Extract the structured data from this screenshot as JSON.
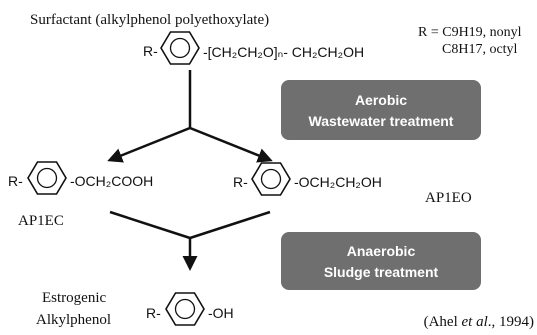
{
  "title": {
    "surfactant": "Surfactant (alkylphenol polyethoxylate)"
  },
  "legend": {
    "r_line1": "R = C9H19, nonyl",
    "r_line2": "C8H17, octyl"
  },
  "structures": {
    "parent": {
      "r": "R-",
      "chain": "-[CH₂CH₂O]ₙ- CH₂CH₂OH"
    },
    "ap1ec": {
      "r": "R-",
      "chain": "-OCH₂COOH",
      "name": "AP1EC"
    },
    "ap1eo": {
      "r": "R-",
      "chain": "-OCH₂CH₂OH",
      "name": "AP1EO"
    },
    "estrogenic": {
      "r": "R-",
      "chain": "-OH",
      "name_line1": "Estrogenic",
      "name_line2": "Alkylphenol"
    }
  },
  "boxes": {
    "aerobic": {
      "line1": "Aerobic",
      "line2": "Wastewater treatment"
    },
    "anaerobic": {
      "line1": "Anaerobic",
      "line2": "Sludge treatment"
    }
  },
  "citation": {
    "open": "(Ahel ",
    "etal": "et al",
    "close": "., 1994)"
  },
  "colors": {
    "box_fill": "#6f6f6f",
    "box_text": "#ffffff",
    "ink": "#111111"
  }
}
